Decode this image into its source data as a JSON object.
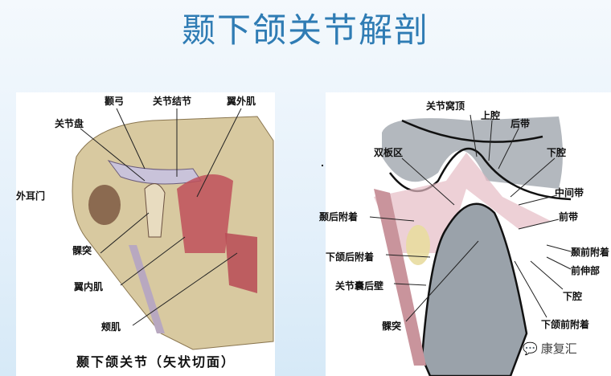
{
  "title": "颞下颌关节解剖",
  "left_figure": {
    "caption": "颞下颌关节（矢状切面）",
    "labels": {
      "zygomatic_arch": "颧弓",
      "articular_tubercle": "关节结节",
      "lateral_pterygoid": "翼外肌",
      "articular_disc": "关节盘",
      "external_ear": "外耳门",
      "condyle": "髁突",
      "medial_pterygoid": "翼内肌",
      "buccinator": "颊肌"
    }
  },
  "right_figure": {
    "labels": {
      "fossa_roof": "关节窝顶",
      "upper_cavity": "上腔",
      "posterior_band": "后带",
      "bilaminar_zone": "双板区",
      "lower_cavity_top": "下腔",
      "intermediate_zone": "中间带",
      "anterior_band": "前带",
      "temporal_posterior_attachment": "颞后附着",
      "mandibular_posterior_attachment": "下颌后附着",
      "capsule_posterior_wall": "关节囊后壁",
      "condyle": "髁突",
      "temporal_anterior_attachment": "颞前附着",
      "anterior_extension": "前伸部",
      "lower_cavity_bottom": "下腔",
      "mandibular_anterior_attachment": "下颌前附着"
    },
    "watermark": "康复汇"
  }
}
